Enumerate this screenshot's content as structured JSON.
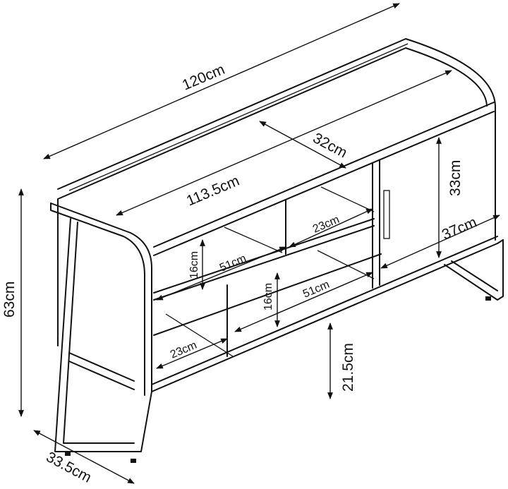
{
  "title": "TV stand dimension diagram",
  "dimensions": {
    "overall_width": "120cm",
    "top_depth": "32cm",
    "inner_width": "113.5cm",
    "upper_right_shelf_depth": "23cm",
    "cabinet_height": "33cm",
    "cabinet_width": "37cm",
    "upper_shelf_height": "16cm",
    "upper_shelf_width": "51cm",
    "lower_shelf_height": "16cm",
    "lower_shelf_width": "51cm",
    "lower_left_shelf_depth": "23cm",
    "floor_clearance": "21.5cm",
    "overall_height": "63cm",
    "overall_depth": "33.5cm"
  }
}
